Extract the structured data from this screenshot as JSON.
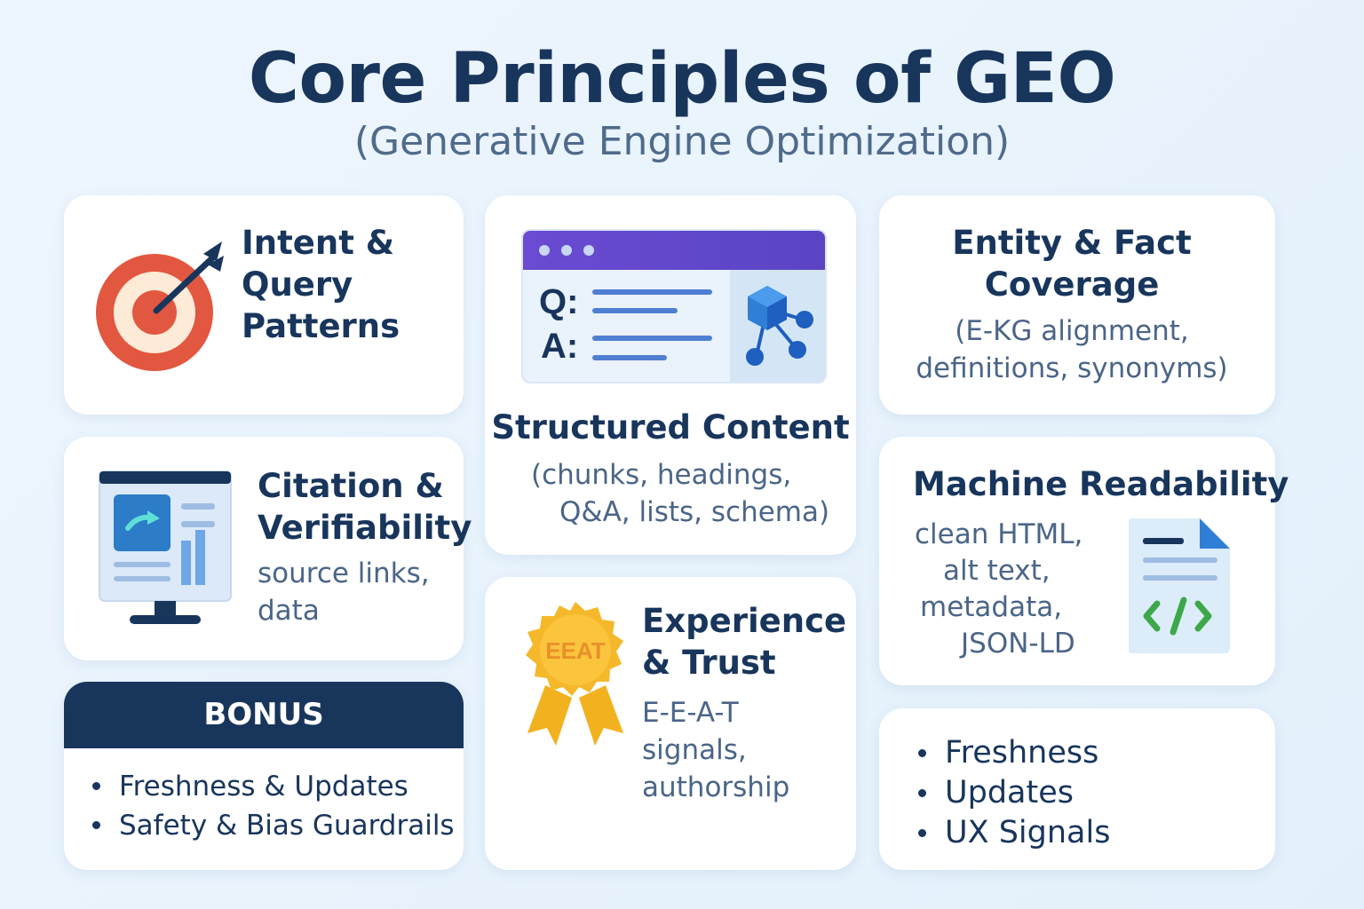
{
  "header": {
    "title": "Core Principles of GEO",
    "subtitle": "(Generative Engine Optimization)"
  },
  "cards": {
    "intent": {
      "title_lines": [
        "Intent &",
        "Query",
        "Patterns"
      ],
      "icon": "target-arrow-icon"
    },
    "structured": {
      "title": "Structured Content",
      "desc_lines": [
        "(chunks, headings,",
        "Q&A, lists, schema)"
      ],
      "q_label": "Q:",
      "a_label": "A:",
      "icon": "qa-window-icon"
    },
    "entity": {
      "title_lines": [
        "Entity & Fact",
        "Coverage"
      ],
      "desc_lines": [
        "(E-KG alignment,",
        "definitions, synonyms)"
      ]
    },
    "citation": {
      "title_lines": [
        "Citation &",
        "Verifiability"
      ],
      "desc_lines": [
        "source links,",
        "data"
      ],
      "icon": "monitor-report-icon"
    },
    "machine": {
      "title": "Machine Readability",
      "desc_lines": [
        "clean HTML,",
        "alt text,",
        "metadata,",
        "JSON-LD"
      ],
      "icon": "code-document-icon"
    },
    "experience": {
      "title_lines": [
        "Experience",
        "& Trust"
      ],
      "desc_lines": [
        "E-E-A-T",
        "signals,",
        "authorship"
      ],
      "badge_text": "EEAT",
      "icon": "eeat-badge-icon"
    },
    "bonus": {
      "header": "BONUS",
      "items": [
        "Freshness & Updates",
        "Safety & Bias Guardrails"
      ]
    },
    "extra": {
      "items": [
        "Freshness",
        "Updates",
        "UX Signals"
      ]
    }
  },
  "colors": {
    "navy": "#18355c",
    "muted_text": "#4a6588",
    "target_red": "#e25740",
    "window_purple": "#6a4bd2",
    "badge_gold": "#f5b82a",
    "code_green": "#3ca84a",
    "doc_blue": "#2f7fd6"
  }
}
